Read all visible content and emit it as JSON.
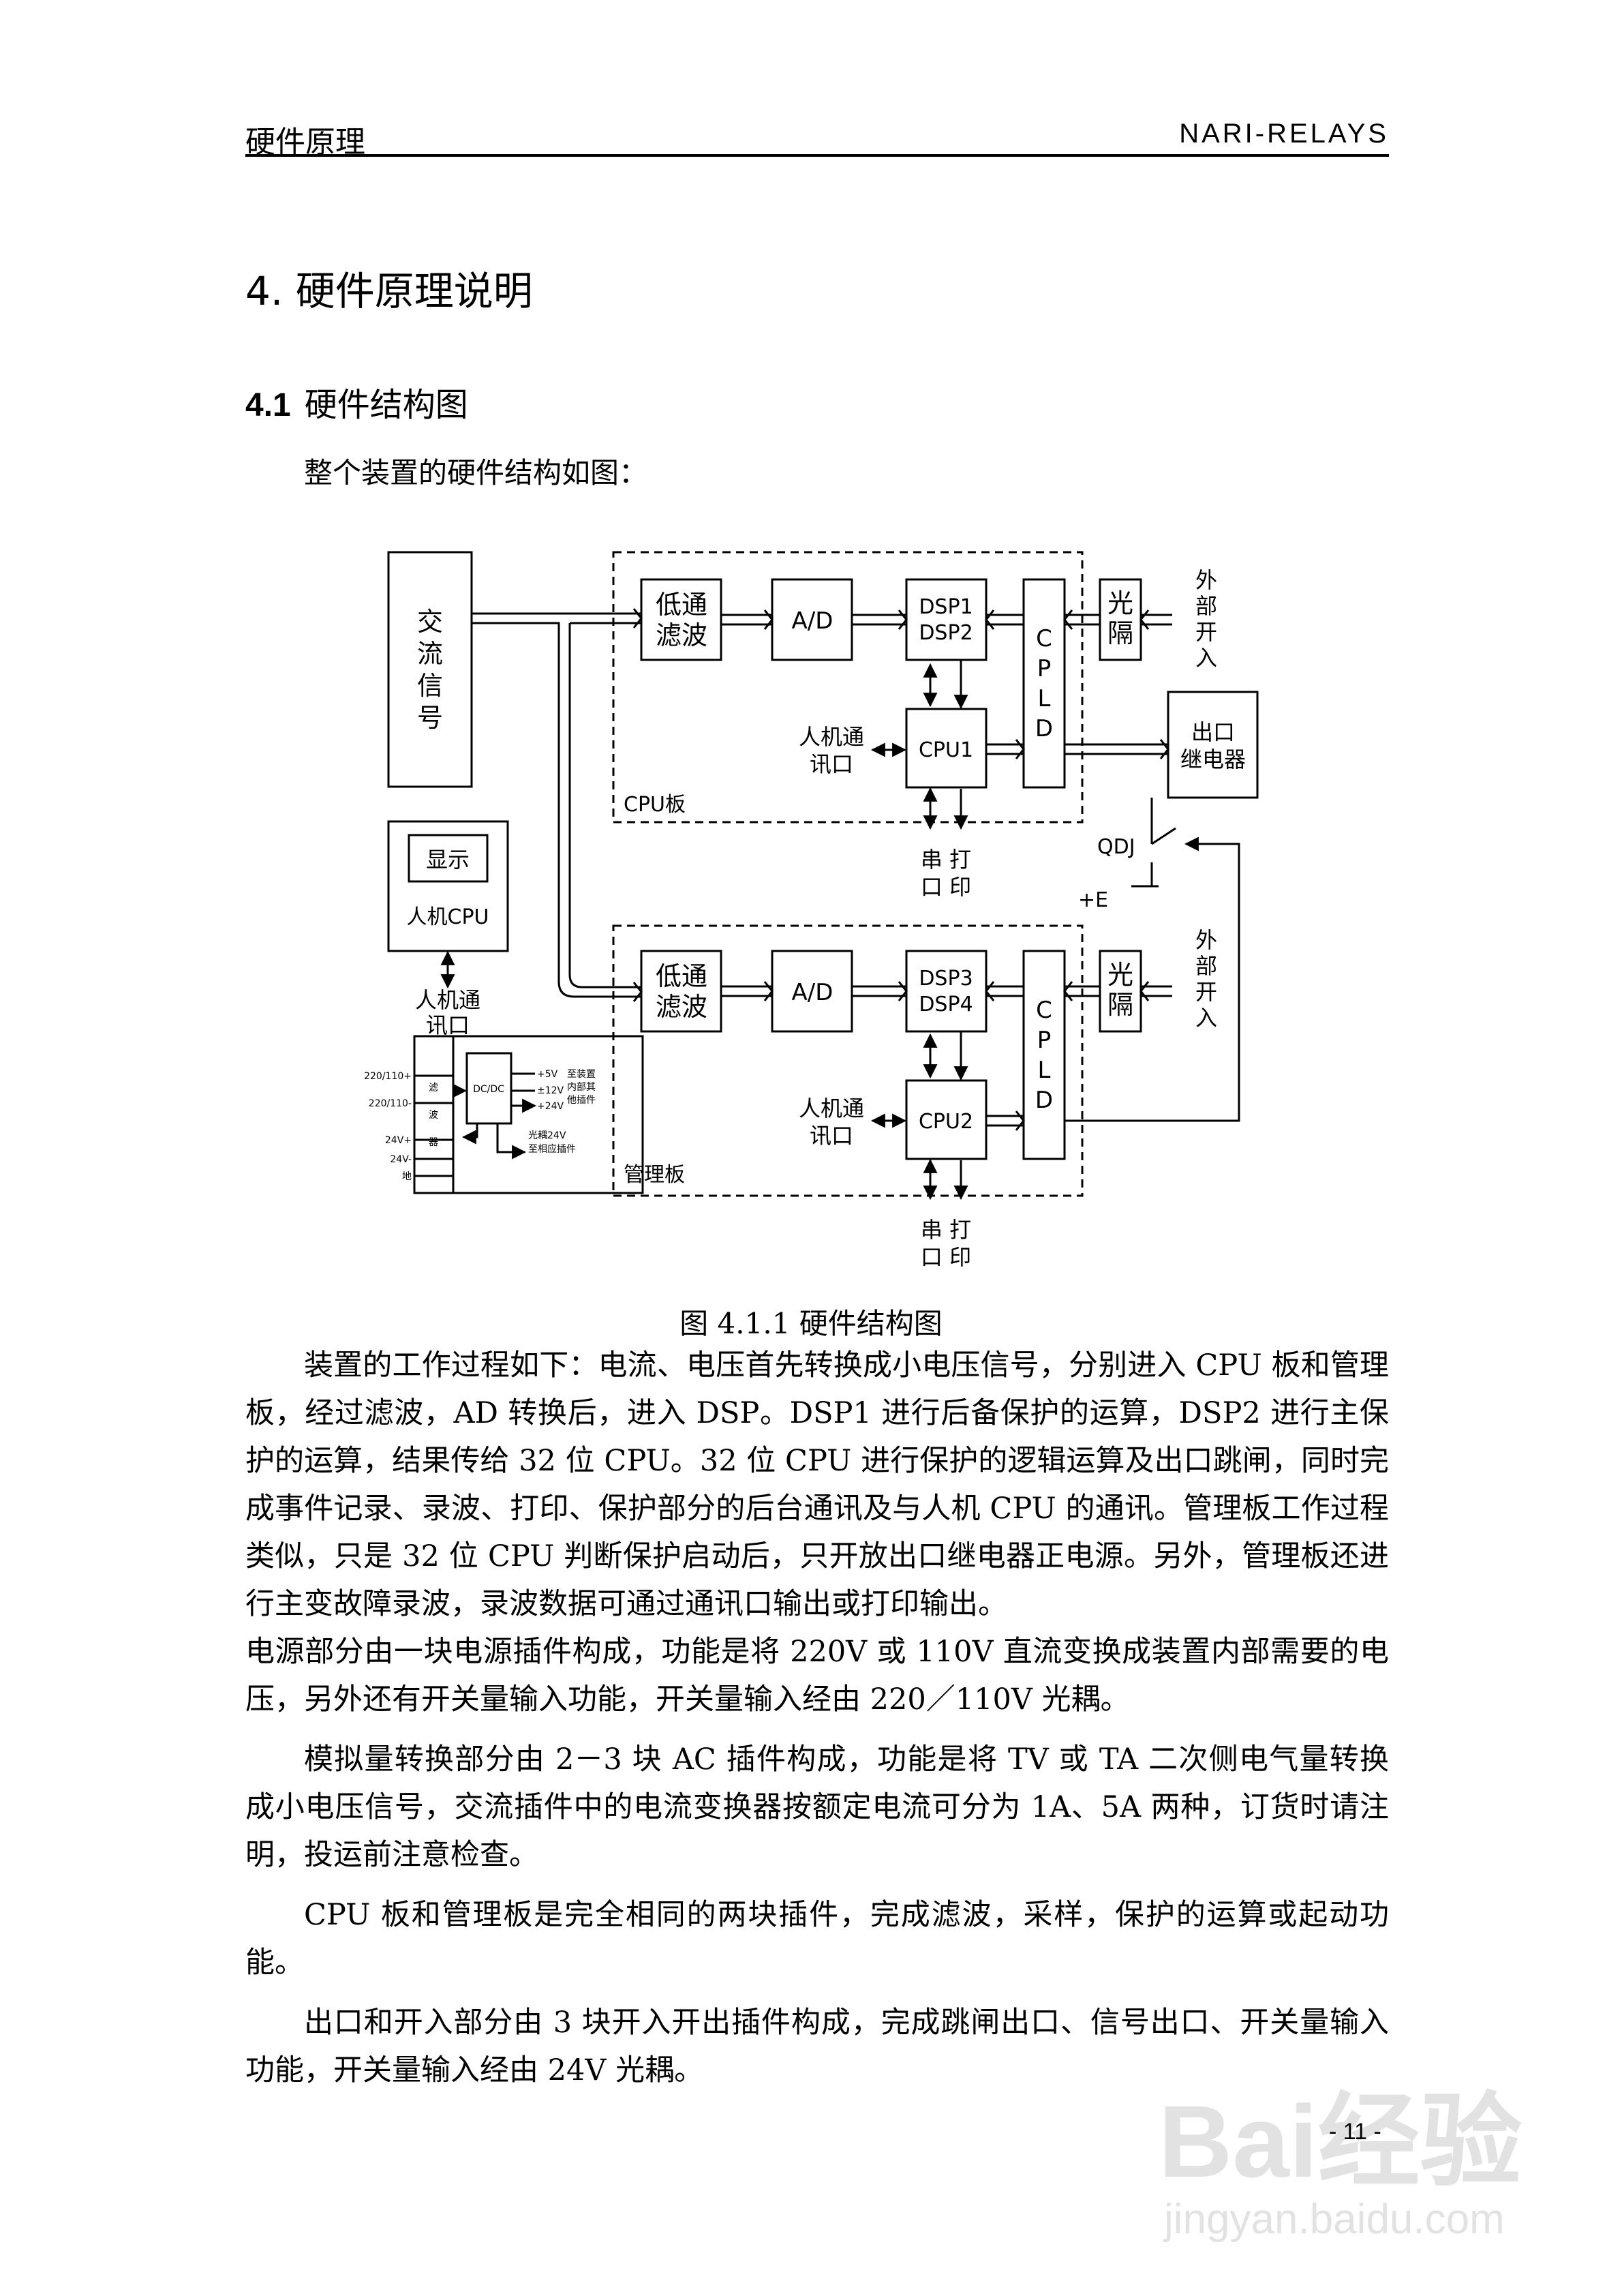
{
  "header": {
    "left": "硬件原理",
    "right": "NARI-RELAYS"
  },
  "section_title": "4. 硬件原理说明",
  "subsection": {
    "number": "4.1",
    "title": "硬件结构图"
  },
  "intro": "整个装置的硬件结构如图：",
  "diagram": {
    "ac_signal": [
      "交",
      "流",
      "信",
      "号"
    ],
    "cpu_board_label": "CPU板",
    "mgmt_board_label": "管理板",
    "lowpass": [
      "低通",
      "滤波"
    ],
    "ad": "A/D",
    "dsp_top": [
      "DSP1",
      "DSP2"
    ],
    "dsp_bottom": [
      "DSP3",
      "DSP4"
    ],
    "cpld": [
      "C",
      "P",
      "L",
      "D"
    ],
    "cpu1": "CPU1",
    "cpu2": "CPU2",
    "optocoupler": [
      "光",
      "隔"
    ],
    "external_input": [
      "外",
      "部",
      "开",
      "入"
    ],
    "hmi_comm": [
      "人机通",
      "讯口"
    ],
    "serial_print": [
      "串 打",
      "口 印"
    ],
    "output_relay": [
      "出口",
      "继电器"
    ],
    "qdj": "QDJ",
    "plus_e": "+E",
    "display": "显示",
    "hmi_cpu": "人机CPU",
    "hmi_comm_port": [
      "人机通",
      "讯口"
    ],
    "psu": {
      "in_labels": [
        "220/110+",
        "220/110-",
        "24V+",
        "24V-",
        "地"
      ],
      "filter": [
        "滤",
        "波",
        "器"
      ],
      "dcdc": "DC/DC",
      "out_voltages": [
        "+5V",
        "±12V",
        "+24V"
      ],
      "out_note": [
        "至装置",
        "内部其",
        "他插件"
      ],
      "opto_note": [
        "光耦24V",
        "至相应插件"
      ]
    }
  },
  "figure_caption": "图 4.1.1    硬件结构图",
  "paragraphs": [
    "装置的工作过程如下：电流、电压首先转换成小电压信号，分别进入 CPU 板和管理板，经过滤波，AD 转换后，进入 DSP。DSP1 进行后备保护的运算，DSP2 进行主保护的运算，结果传给 32 位 CPU。32 位 CPU 进行保护的逻辑运算及出口跳闸，同时完成事件记录、录波、打印、保护部分的后台通讯及与人机 CPU 的通讯。管理板工作过程类似，只是 32 位 CPU 判断保护启动后，只开放出口继电器正电源。另外，管理板还进行主变故障录波，录波数据可通过通讯口输出或打印输出。",
    "电源部分由一块电源插件构成，功能是将 220V 或 110V 直流变换成装置内部需要的电压，另外还有开关量输入功能，开关量输入经由 220／110V 光耦。",
    "模拟量转换部分由 2－3 块 AC 插件构成，功能是将 TV 或 TA 二次侧电气量转换成小电压信号，交流插件中的电流变换器按额定电流可分为 1A、5A 两种，订货时请注明，投运前注意检查。",
    "CPU 板和管理板是完全相同的两块插件，完成滤波，采样，保护的运算或起动功能。",
    "出口和开入部分由 3 块开入开出插件构成，完成跳闸出口、信号出口、开关量输入功能，开关量输入经由 24V 光耦。"
  ],
  "page_number": "- 11 -",
  "watermark": {
    "logo": "Bai经验",
    "url": "jingyan.baidu.com"
  }
}
